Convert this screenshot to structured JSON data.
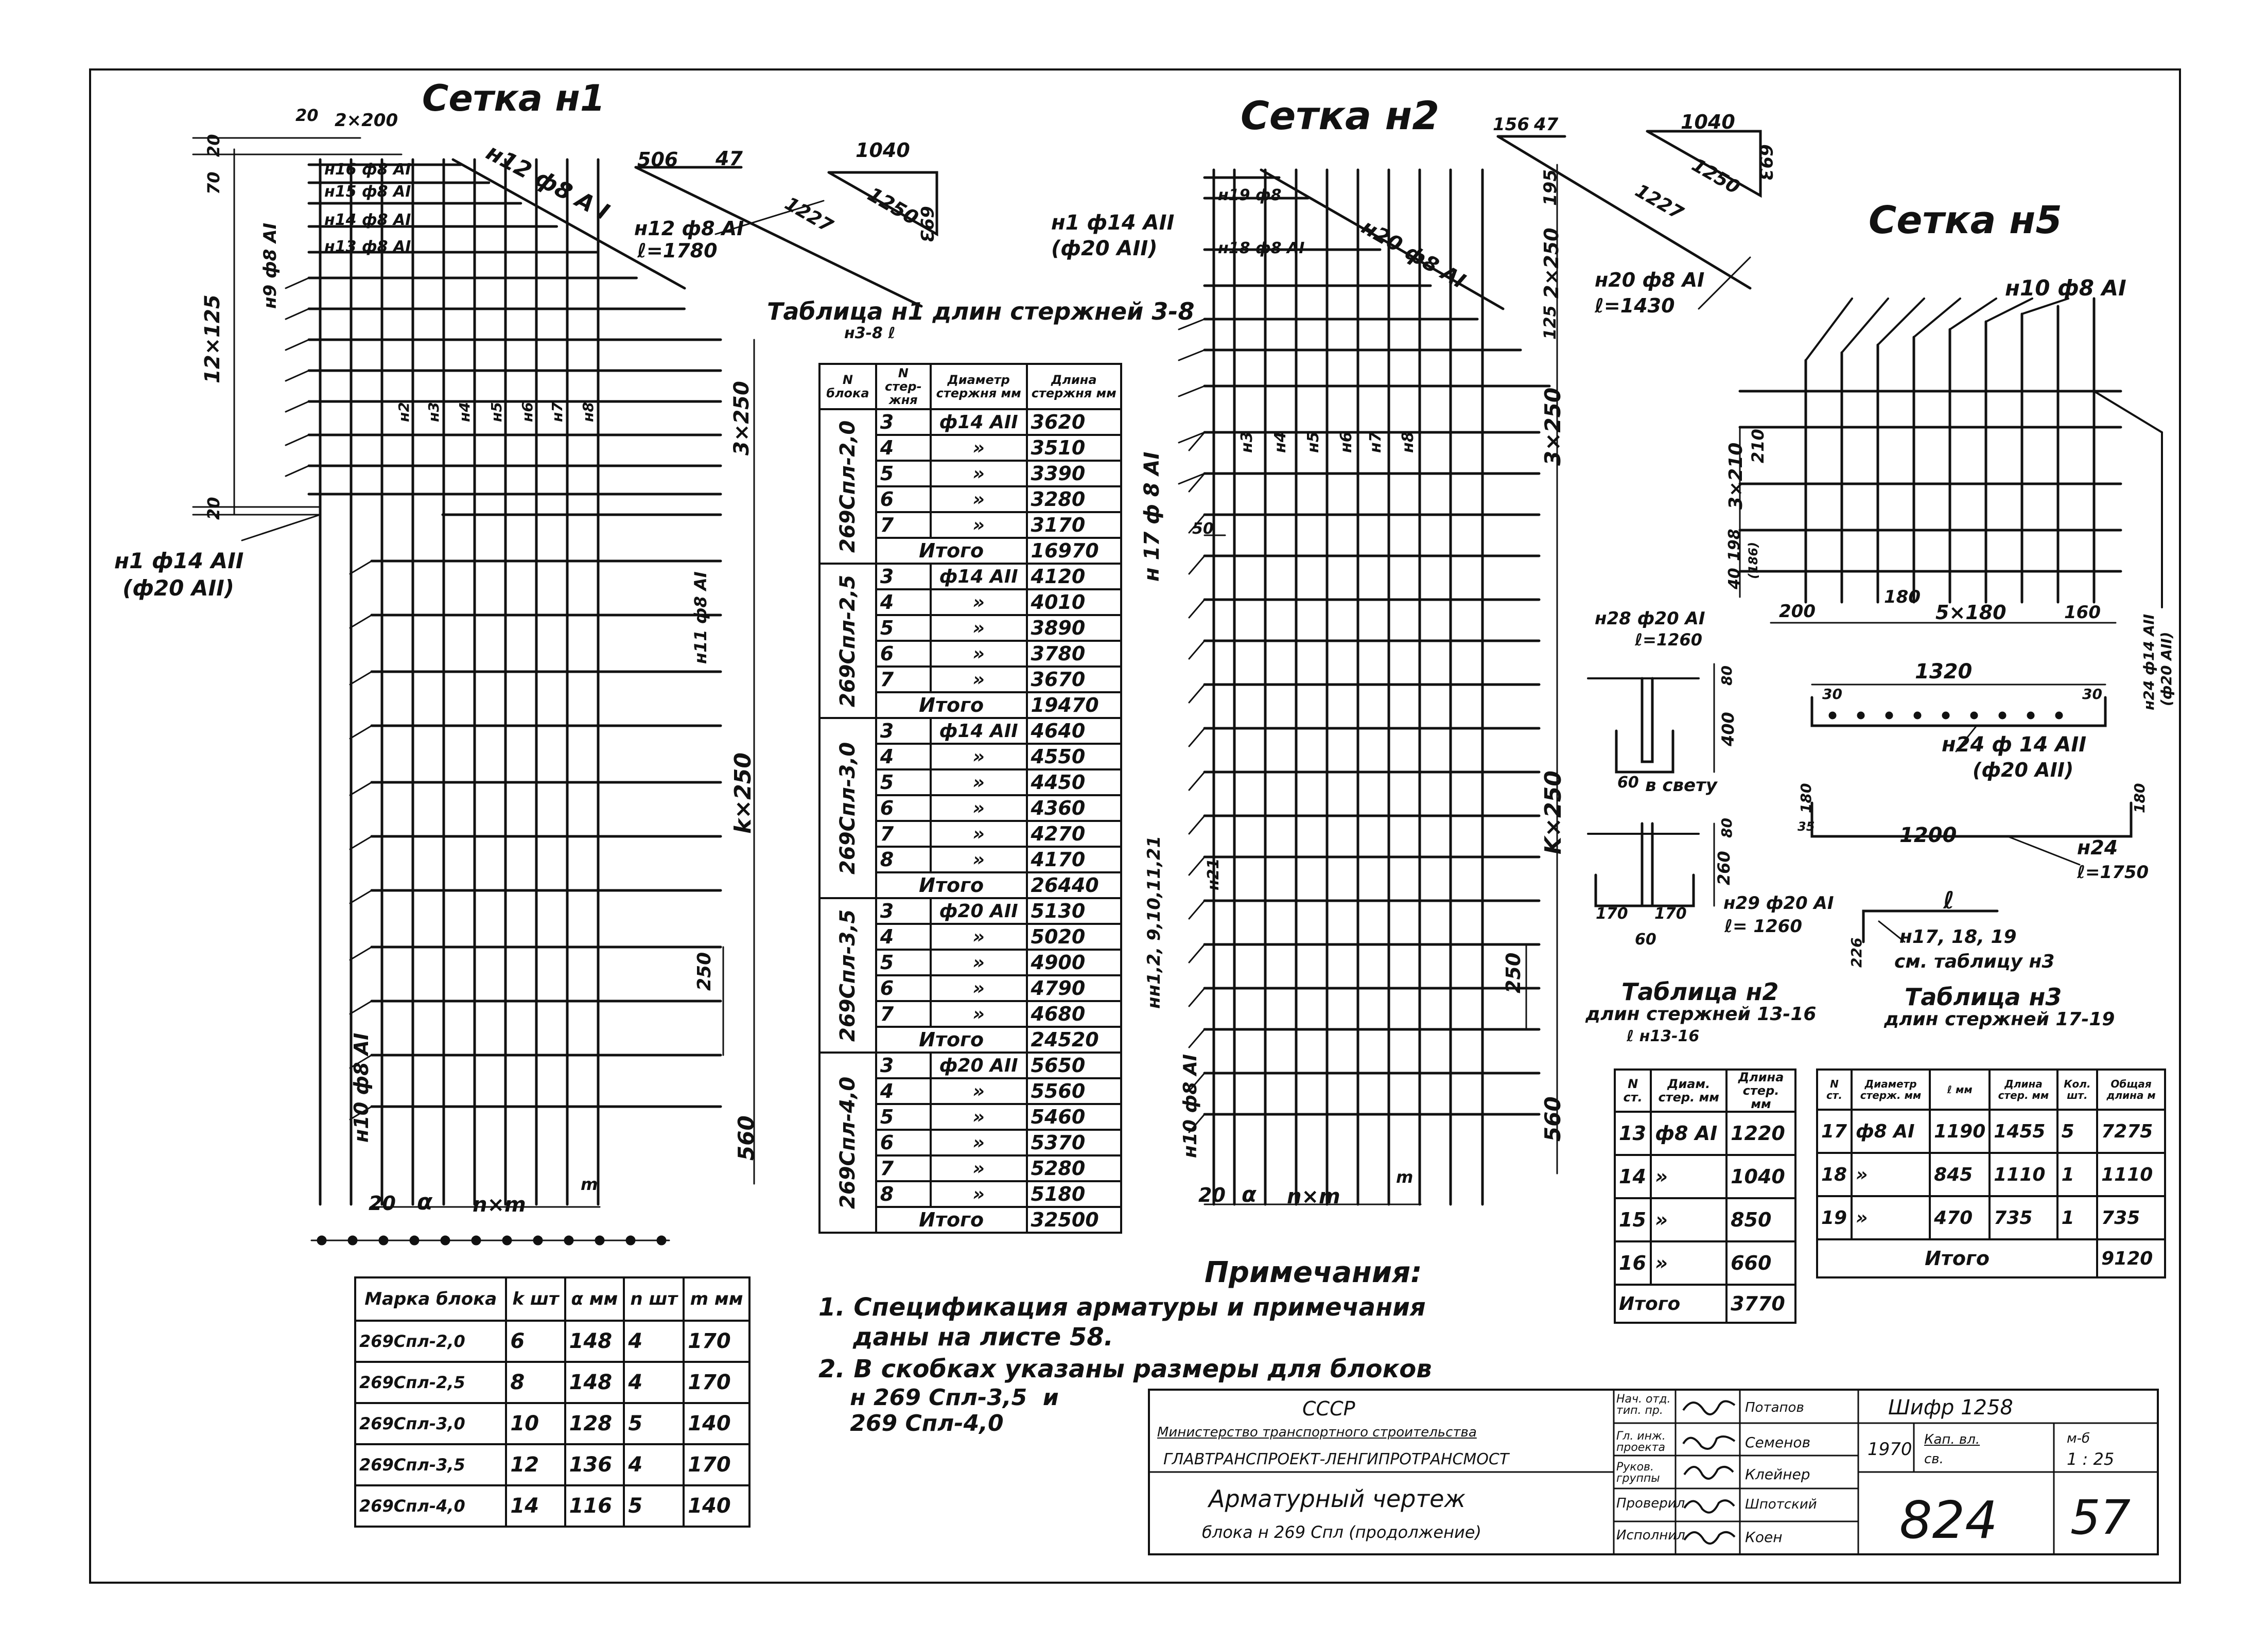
{
  "titles": {
    "mesh1": "Сетка н1",
    "mesh2": "Сетка н2",
    "mesh5": "Сетка н5"
  },
  "mesh1": {
    "dim_top_20": "20",
    "dim_top_2x200": "2×200",
    "dim_70": "70",
    "dim_20_top": "20",
    "dim_12x125": "12×125",
    "dim_20_bottom": "20",
    "dim_3x250": "3×250",
    "dim_kx250": "k×250",
    "dim_250": "250",
    "dim_560": "560",
    "rows": [
      "н16 ф8 АI",
      "н15 ф8 АI",
      "н14 ф8 АI",
      "н13 ф8 АI"
    ],
    "bar_n12": "н12 ф8 А I",
    "bar_n9": "н9 ф8 АI",
    "bar_n11": "н11 ф8 АI",
    "bar_n10": "н10 ф8 АI",
    "bar_n1": "н1 ф14 АII",
    "bar_n1_alt": "(ф20 АII)",
    "col_labels": [
      "н2",
      "н3",
      "н4",
      "н5",
      "н6",
      "н7",
      "н8"
    ],
    "bottom_20": "20",
    "bottom_a": "α",
    "bottom_nxm": "n×m",
    "bottom_m": "m",
    "detail_506": "506",
    "detail_47": "47",
    "detail_n12": "н12 ф8 АI",
    "detail_l": "ℓ=1780",
    "detail_1227": "1227",
    "tri_1040": "1040",
    "tri_1250": "1250",
    "tri_693": "693"
  },
  "mesh2": {
    "rows": [
      "н19 ф8",
      "н18 ф8 АI"
    ],
    "bar_n20": "н20 ф8 АI",
    "bar_n1": "н1 ф14 АII",
    "bar_n1_alt": "(ф20 АII)",
    "bar_n17": "н 17 ф 8 АI",
    "bar_n10": "н10 ф8 АI",
    "bar_n21": "н21",
    "bar_list": "нн1,2, 9,10,11,21",
    "col_labels": [
      "н3",
      "н4",
      "н5",
      "н6",
      "н7",
      "н8"
    ],
    "dim_195": "195",
    "dim_2x250": "2×250",
    "dim_125": "125",
    "dim_3x250": "3×250",
    "dim_kx250": "K×250",
    "dim_250": "250",
    "dim_560": "560",
    "dim_50": "50",
    "bottom_20": "20",
    "bottom_a": "α",
    "bottom_nxm": "n×m",
    "bottom_m": "m",
    "detail_156": "156",
    "detail_47": "47",
    "detail_n20": "н20 ф8 АI",
    "detail_l": "ℓ=1430",
    "detail_1227": "1227",
    "tri_1040": "1040",
    "tri_1250": "1250",
    "tri_693": "693"
  },
  "mesh5": {
    "bar_n10": "н10 ф8 АI",
    "dim_3x210": "3×210",
    "dim_210": "210",
    "dim_40": "40",
    "dim_198": "198",
    "dim_186": "(186)",
    "dim_200": "200",
    "dim_180": "180",
    "dim_5x180": "5×180",
    "dim_160": "160",
    "bar_side": "н24 ф14 АII",
    "bar_side_alt": "(ф20 АII)"
  },
  "details": {
    "n28": "н28 ф20 АI",
    "n28_l": "ℓ=1260",
    "n28_80": "80",
    "n28_400": "400",
    "n28_60": "60",
    "n28_clear": "в свету",
    "n29_260": "260",
    "n29_80": "80",
    "n29_170a": "170",
    "n29_170b": "170",
    "n29_60": "60",
    "n29": "н29 ф20 АI",
    "n29_l": "ℓ= 1260",
    "n24_1320": "1320",
    "n24_30a": "30",
    "n24_30b": "30",
    "n24": "н24 ф 14 АII",
    "n24_alt": "(ф20 АII)",
    "n24b_180a": "180",
    "n24b_35": "35",
    "n24b_1200": "1200",
    "n24b_180b": "180",
    "n24b": "н24",
    "n24b_l": "ℓ=1750",
    "n17_l": "ℓ",
    "n17_226": "226",
    "n17": "н17, 18, 19",
    "n17_ref": "см. таблицу н3"
  },
  "table1": {
    "title": "Таблица н1 длин стержней 3-8",
    "sub": "н3-8   ℓ",
    "headers": [
      "N блока",
      "N стер- жня",
      "Диаметр стержня мм",
      "Длина стержня мм"
    ],
    "blocks": [
      {
        "name": "269Спл-2,0",
        "rows": [
          [
            "3",
            "ф14 АII",
            "3620"
          ],
          [
            "4",
            "»",
            "3510"
          ],
          [
            "5",
            "»",
            "3390"
          ],
          [
            "6",
            "»",
            "3280"
          ],
          [
            "7",
            "»",
            "3170"
          ]
        ],
        "total_label": "Итого",
        "total": "16970"
      },
      {
        "name": "269Спл-2,5",
        "rows": [
          [
            "3",
            "ф14 АII",
            "4120"
          ],
          [
            "4",
            "»",
            "4010"
          ],
          [
            "5",
            "»",
            "3890"
          ],
          [
            "6",
            "»",
            "3780"
          ],
          [
            "7",
            "»",
            "3670"
          ]
        ],
        "total_label": "Итого",
        "total": "19470"
      },
      {
        "name": "269Спл-3,0",
        "rows": [
          [
            "3",
            "ф14 АII",
            "4640"
          ],
          [
            "4",
            "»",
            "4550"
          ],
          [
            "5",
            "»",
            "4450"
          ],
          [
            "6",
            "»",
            "4360"
          ],
          [
            "7",
            "»",
            "4270"
          ],
          [
            "8",
            "»",
            "4170"
          ]
        ],
        "total_label": "Итого",
        "total": "26440"
      },
      {
        "name": "269Спл-3,5",
        "rows": [
          [
            "3",
            "ф20 АII",
            "5130"
          ],
          [
            "4",
            "»",
            "5020"
          ],
          [
            "5",
            "»",
            "4900"
          ],
          [
            "6",
            "»",
            "4790"
          ],
          [
            "7",
            "»",
            "4680"
          ]
        ],
        "total_label": "Итого",
        "total": "24520"
      },
      {
        "name": "269Спл-4,0",
        "rows": [
          [
            "3",
            "ф20 АII",
            "5650"
          ],
          [
            "4",
            "»",
            "5560"
          ],
          [
            "5",
            "»",
            "5460"
          ],
          [
            "6",
            "»",
            "5370"
          ],
          [
            "7",
            "»",
            "5280"
          ],
          [
            "8",
            "»",
            "5180"
          ]
        ],
        "total_label": "Итого",
        "total": "32500"
      }
    ]
  },
  "table_marks": {
    "headers": [
      "Марка блока",
      "k шт",
      "α мм",
      "n шт",
      "m мм"
    ],
    "rows": [
      [
        "269Спл-2,0",
        "6",
        "148",
        "4",
        "170"
      ],
      [
        "269Спл-2,5",
        "8",
        "148",
        "4",
        "170"
      ],
      [
        "269Спл-3,0",
        "10",
        "128",
        "5",
        "140"
      ],
      [
        "269Спл-3,5",
        "12",
        "136",
        "4",
        "170"
      ],
      [
        "269Спл-4,0",
        "14",
        "116",
        "5",
        "140"
      ]
    ]
  },
  "table2": {
    "title": "Таблица н2",
    "title2": "длин стержней 13-16",
    "sub": "ℓ н13-16",
    "headers": [
      "N ст.",
      "Диам. стер. мм",
      "Длина стер. мм"
    ],
    "rows": [
      [
        "13",
        "ф8 АI",
        "1220"
      ],
      [
        "14",
        "»",
        "1040"
      ],
      [
        "15",
        "»",
        "850"
      ],
      [
        "16",
        "»",
        "660"
      ]
    ],
    "total_label": "Итого",
    "total": "3770"
  },
  "table3": {
    "title": "Таблица н3",
    "title2": "длин стержней 17-19",
    "headers": [
      "N ст.",
      "Диаметр стерж. мм",
      "ℓ мм",
      "Длина стер. мм",
      "Кол. шт.",
      "Общая длина м"
    ],
    "rows": [
      [
        "17",
        "ф8 АI",
        "1190",
        "1455",
        "5",
        "7275"
      ],
      [
        "18",
        "»",
        "845",
        "1110",
        "1",
        "1110"
      ],
      [
        "19",
        "»",
        "470",
        "735",
        "1",
        "735"
      ]
    ],
    "total_label": "Итого",
    "total": "9120"
  },
  "notes": {
    "title": "Примечания:",
    "items": [
      "1. Спецификация арматуры и примечания",
      "    даны на листе 58.",
      "2. В скобках указаны размеры для блоков",
      "    н 269 Спл-3,5  и",
      "    269 Спл-4,0"
    ]
  },
  "title_block": {
    "org1": "СССР",
    "org2": "Министерство транспортного строительства",
    "org3": "ГЛАВТРАНСПРОЕКТ-ЛЕНГИПРОТРАНСМОСТ",
    "drawing1": "Арматурный чертеж",
    "drawing2": "блока н 269 Спл (продолжение)",
    "roles": [
      "Нач. отд. тип. пр.",
      "Гл. инж. проекта",
      "Руков. группы",
      "Проверил",
      "Исполнил"
    ],
    "names": [
      "Потапов",
      "Семенов",
      "Клейнер",
      "Шпотский",
      "Коен"
    ],
    "code": "Шифр 1258",
    "year": "1970",
    "kap": "Кап. вл.",
    "sv": "св.",
    "scale_label": "м-б",
    "scale": "1 : 25",
    "number": "824",
    "sheet": "57"
  }
}
